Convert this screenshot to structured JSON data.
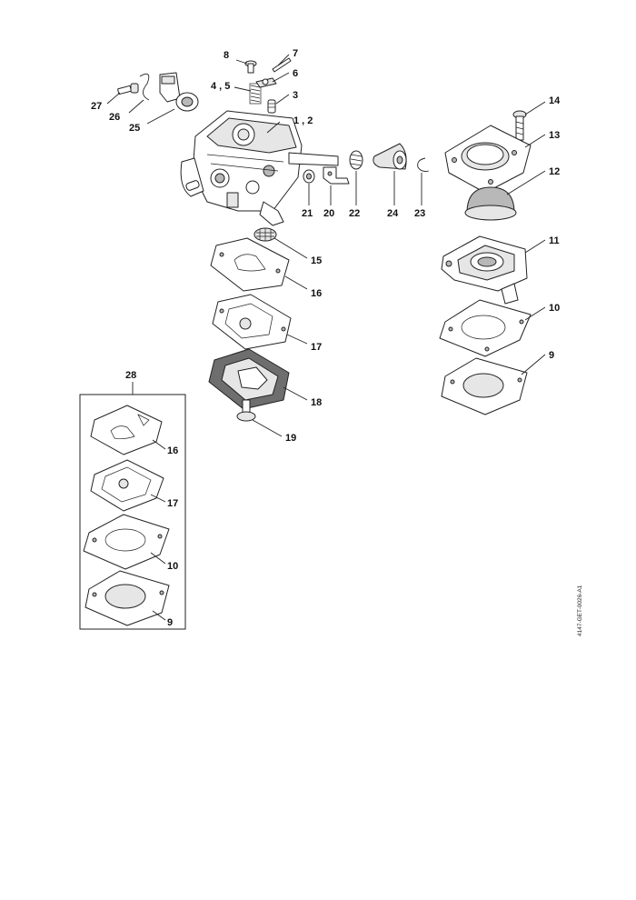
{
  "drawing_code": "4147-GET-0026-A1",
  "labels": {
    "l1_2": "1 , 2",
    "l3": "3",
    "l4_5": "4 , 5",
    "l6": "6",
    "l7": "7",
    "l8": "8",
    "l9": "9",
    "l10": "10",
    "l11": "11",
    "l12": "12",
    "l13": "13",
    "l14": "14",
    "l15": "15",
    "l16": "16",
    "l17": "17",
    "l18": "18",
    "l19": "19",
    "l20": "20",
    "l21": "21",
    "l22": "22",
    "l23": "23",
    "l24": "24",
    "l25": "25",
    "l26": "26",
    "l27": "27",
    "l28": "28",
    "kit16": "16",
    "kit17": "17",
    "kit10": "10",
    "kit9": "9"
  }
}
